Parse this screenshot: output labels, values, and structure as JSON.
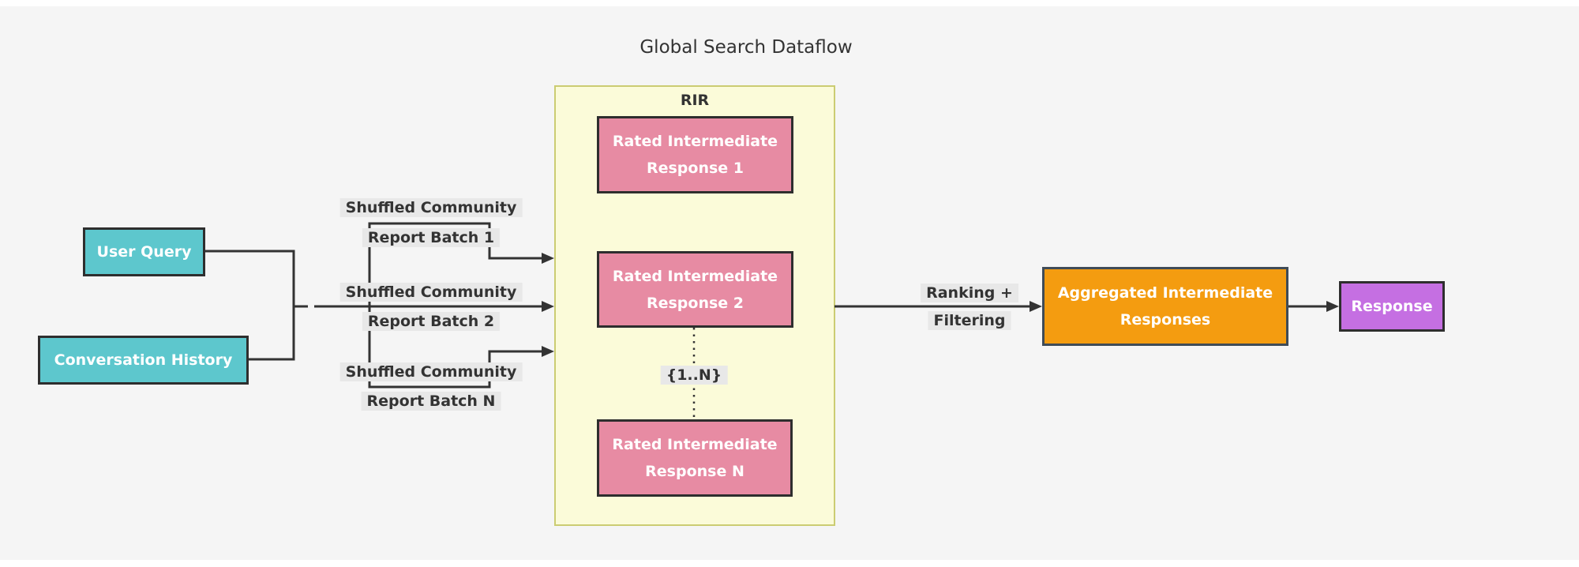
{
  "title": "Global Search Dataflow",
  "colors": {
    "bg": "#f5f5f5",
    "strip": "#ffffff",
    "line": "#333333",
    "text-dark": "#333333",
    "label-bg": "#e8e8e8",
    "teal": "#5dc7cd",
    "pink": "#e78ba3",
    "yellow": "#fbfbd9",
    "yellow-border": "#cbcc72",
    "orange": "#f49c10",
    "orange-border": "#3f4b57",
    "purple": "#c56fe2",
    "node-border": "#2e2e2e",
    "node-text": "#ffffff"
  },
  "nodes": {
    "user_query": "User Query",
    "conversation_history": "Conversation History",
    "rir_group": "RIR",
    "rir_1": [
      "Rated Intermediate",
      "Response 1"
    ],
    "rir_2": [
      "Rated Intermediate",
      "Response 2"
    ],
    "rir_n": [
      "Rated Intermediate",
      "Response N"
    ],
    "aggregated": [
      "Aggregated Intermediate",
      "Responses"
    ],
    "response": "Response"
  },
  "edge_labels": {
    "batch_1": [
      "Shuffled Community",
      "Report Batch 1"
    ],
    "batch_2": [
      "Shuffled Community",
      "Report Batch 2"
    ],
    "batch_n": [
      "Shuffled Community",
      "Report Batch N"
    ],
    "ranking": [
      "Ranking +",
      "Filtering"
    ],
    "range": "{1..N}"
  }
}
